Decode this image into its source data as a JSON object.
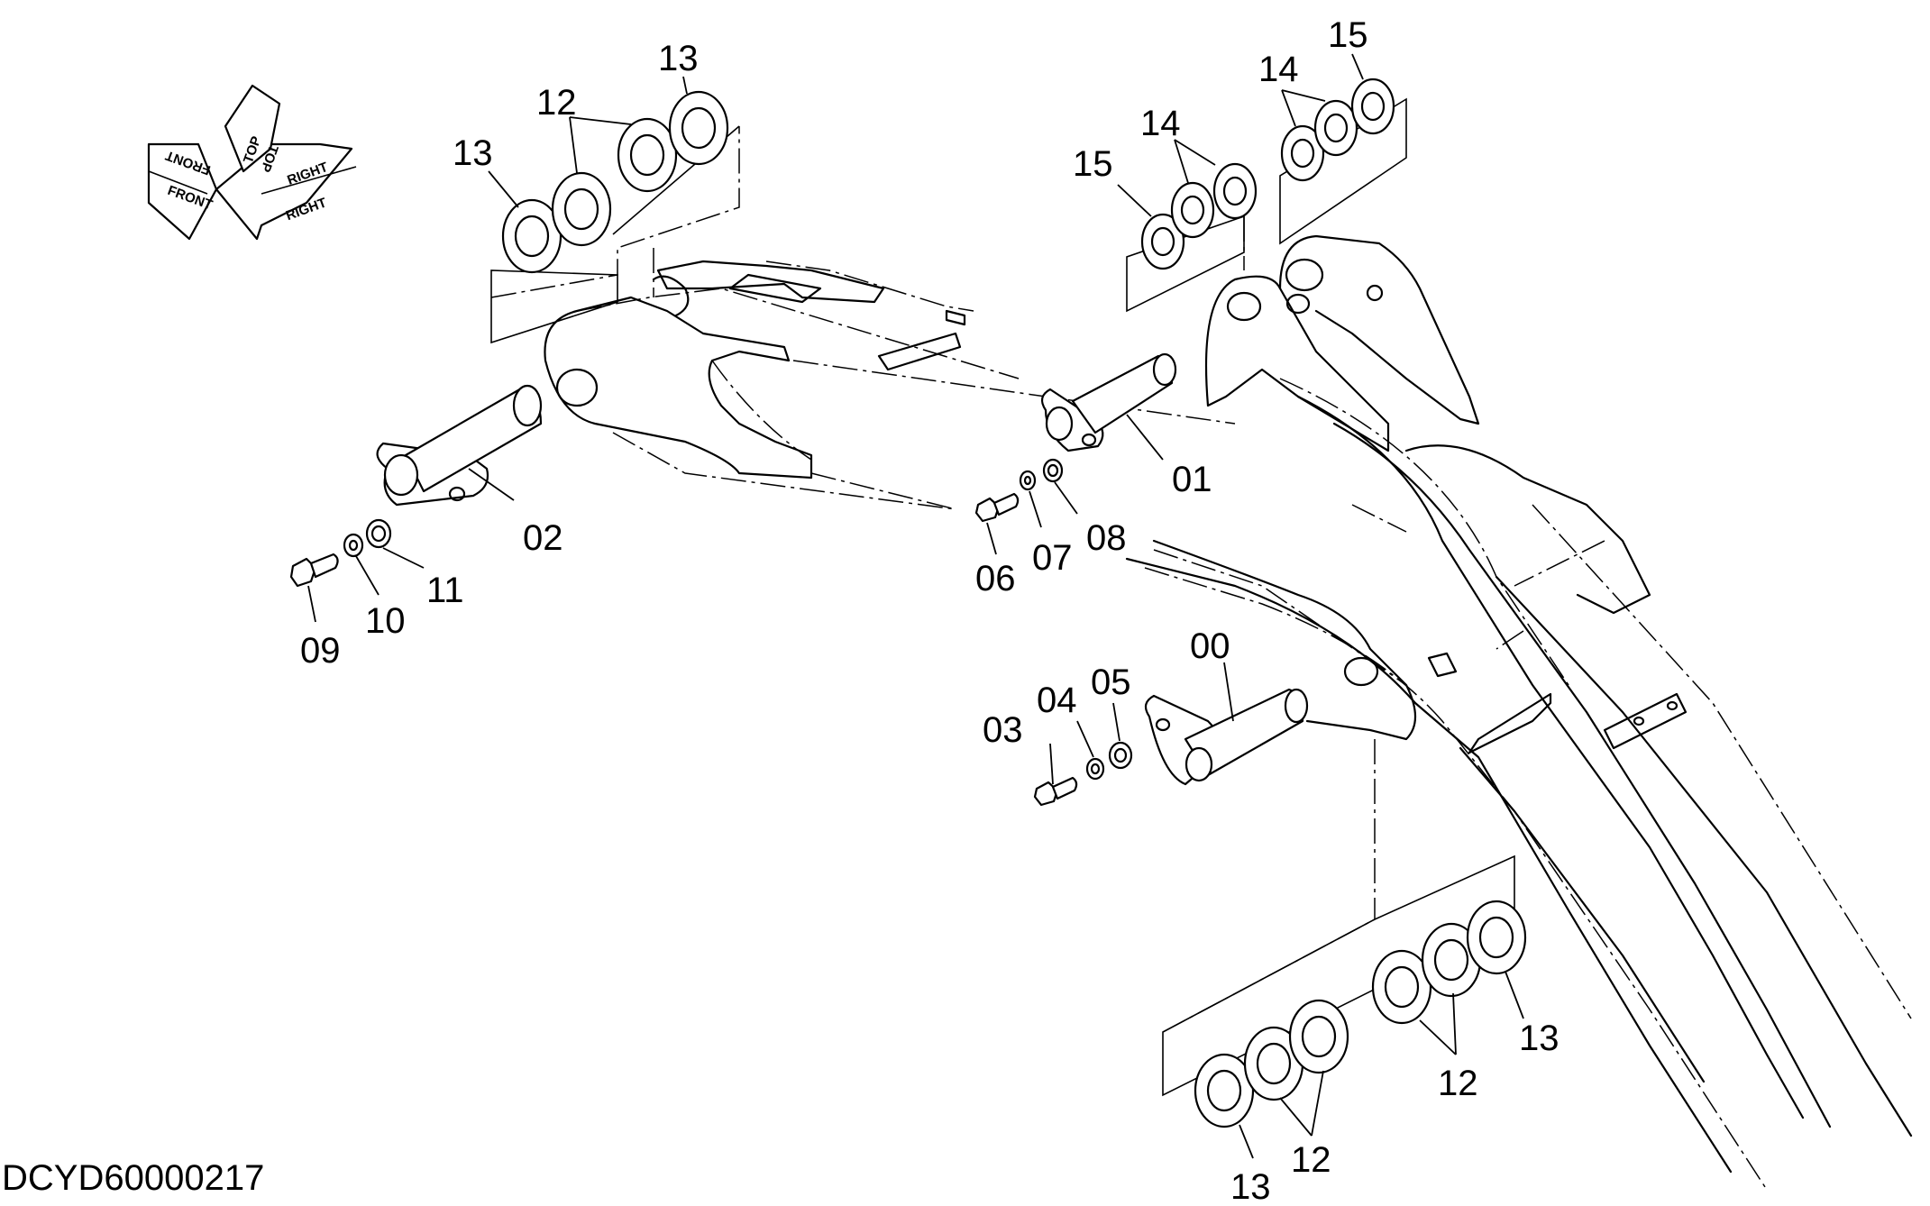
{
  "orientation": {
    "front": "FRONT",
    "top": "TOP",
    "right": "RIGHT"
  },
  "callouts": {
    "c00": "00",
    "c01": "01",
    "c02": "02",
    "c03": "03",
    "c04": "04",
    "c05": "05",
    "c06": "06",
    "c07": "07",
    "c08": "08",
    "c09": "09",
    "c10": "10",
    "c11": "11",
    "c12a": "12",
    "c13a": "13",
    "c13b": "13",
    "c14a": "14",
    "c15a": "15",
    "c14b": "14",
    "c15b": "15",
    "c13c": "13",
    "c12b": "12",
    "c13d": "13",
    "c12c": "12"
  },
  "document_id": "DCYD60000217"
}
